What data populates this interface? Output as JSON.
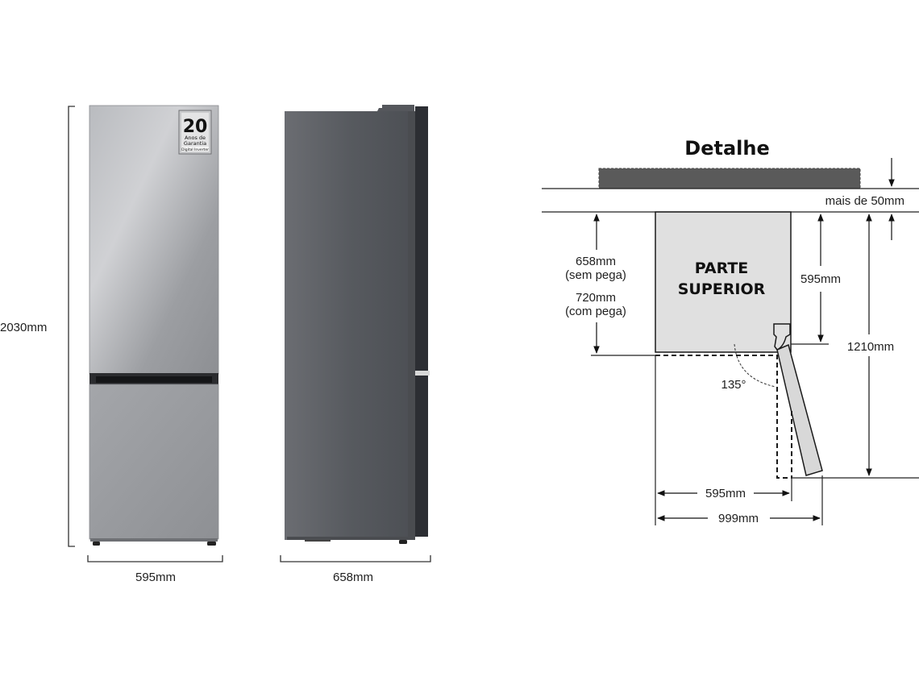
{
  "front_view": {
    "badge": {
      "number": "20",
      "line1": "Anos de",
      "line2": "Garantia",
      "line3": "Digital Inverter"
    },
    "height_label": "2030mm",
    "width_label": "595mm",
    "body_color": "#9a9ca0",
    "divider_color": "#2b2c2f"
  },
  "side_view": {
    "depth_label": "658mm",
    "body_color": "#5b5d62",
    "door_color": "#2c2e33"
  },
  "detail": {
    "title": "Detalhe",
    "clearance_label": "mais de 50mm",
    "top_label_line1": "PARTE",
    "top_label_line2": "SUPERIOR",
    "depth_no_handle_value": "658mm",
    "depth_no_handle_note": "(sem pega)",
    "depth_with_handle_value": "720mm",
    "depth_with_handle_note": "(com pega)",
    "side_depth_label": "595mm",
    "total_depth_open_label": "1210mm",
    "door_angle_label": "135°",
    "width_label": "595mm",
    "total_width_open_label": "999mm",
    "cabinet_fill": "#e0e0e0",
    "overhang_fill": "#5a5a5a"
  }
}
